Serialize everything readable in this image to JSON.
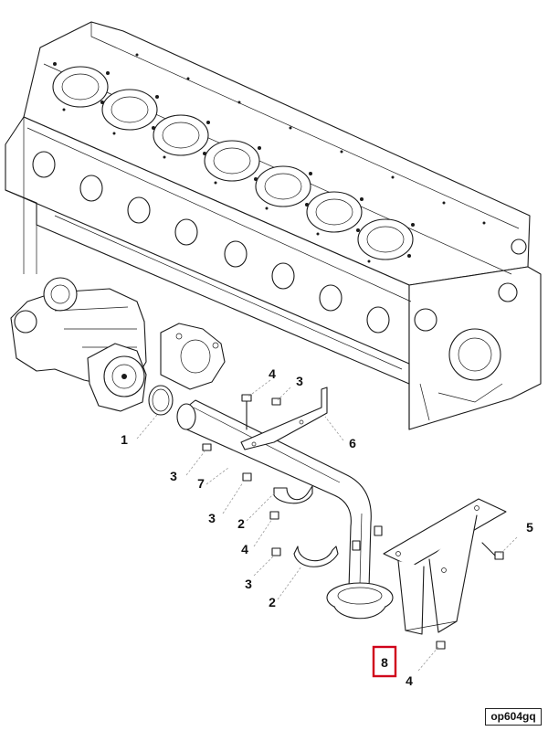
{
  "callouts": {
    "c1": "1",
    "c2a": "2",
    "c2b": "2",
    "c3a": "3",
    "c3b": "3",
    "c3c": "3",
    "c3d": "3",
    "c4a": "4",
    "c4b": "4",
    "c4c": "4",
    "c5": "5",
    "c6": "6",
    "c7": "7",
    "c8": "8"
  },
  "highlighted_callout": "8",
  "highlight_color": "#d0021b",
  "reference_code": "op604gq"
}
